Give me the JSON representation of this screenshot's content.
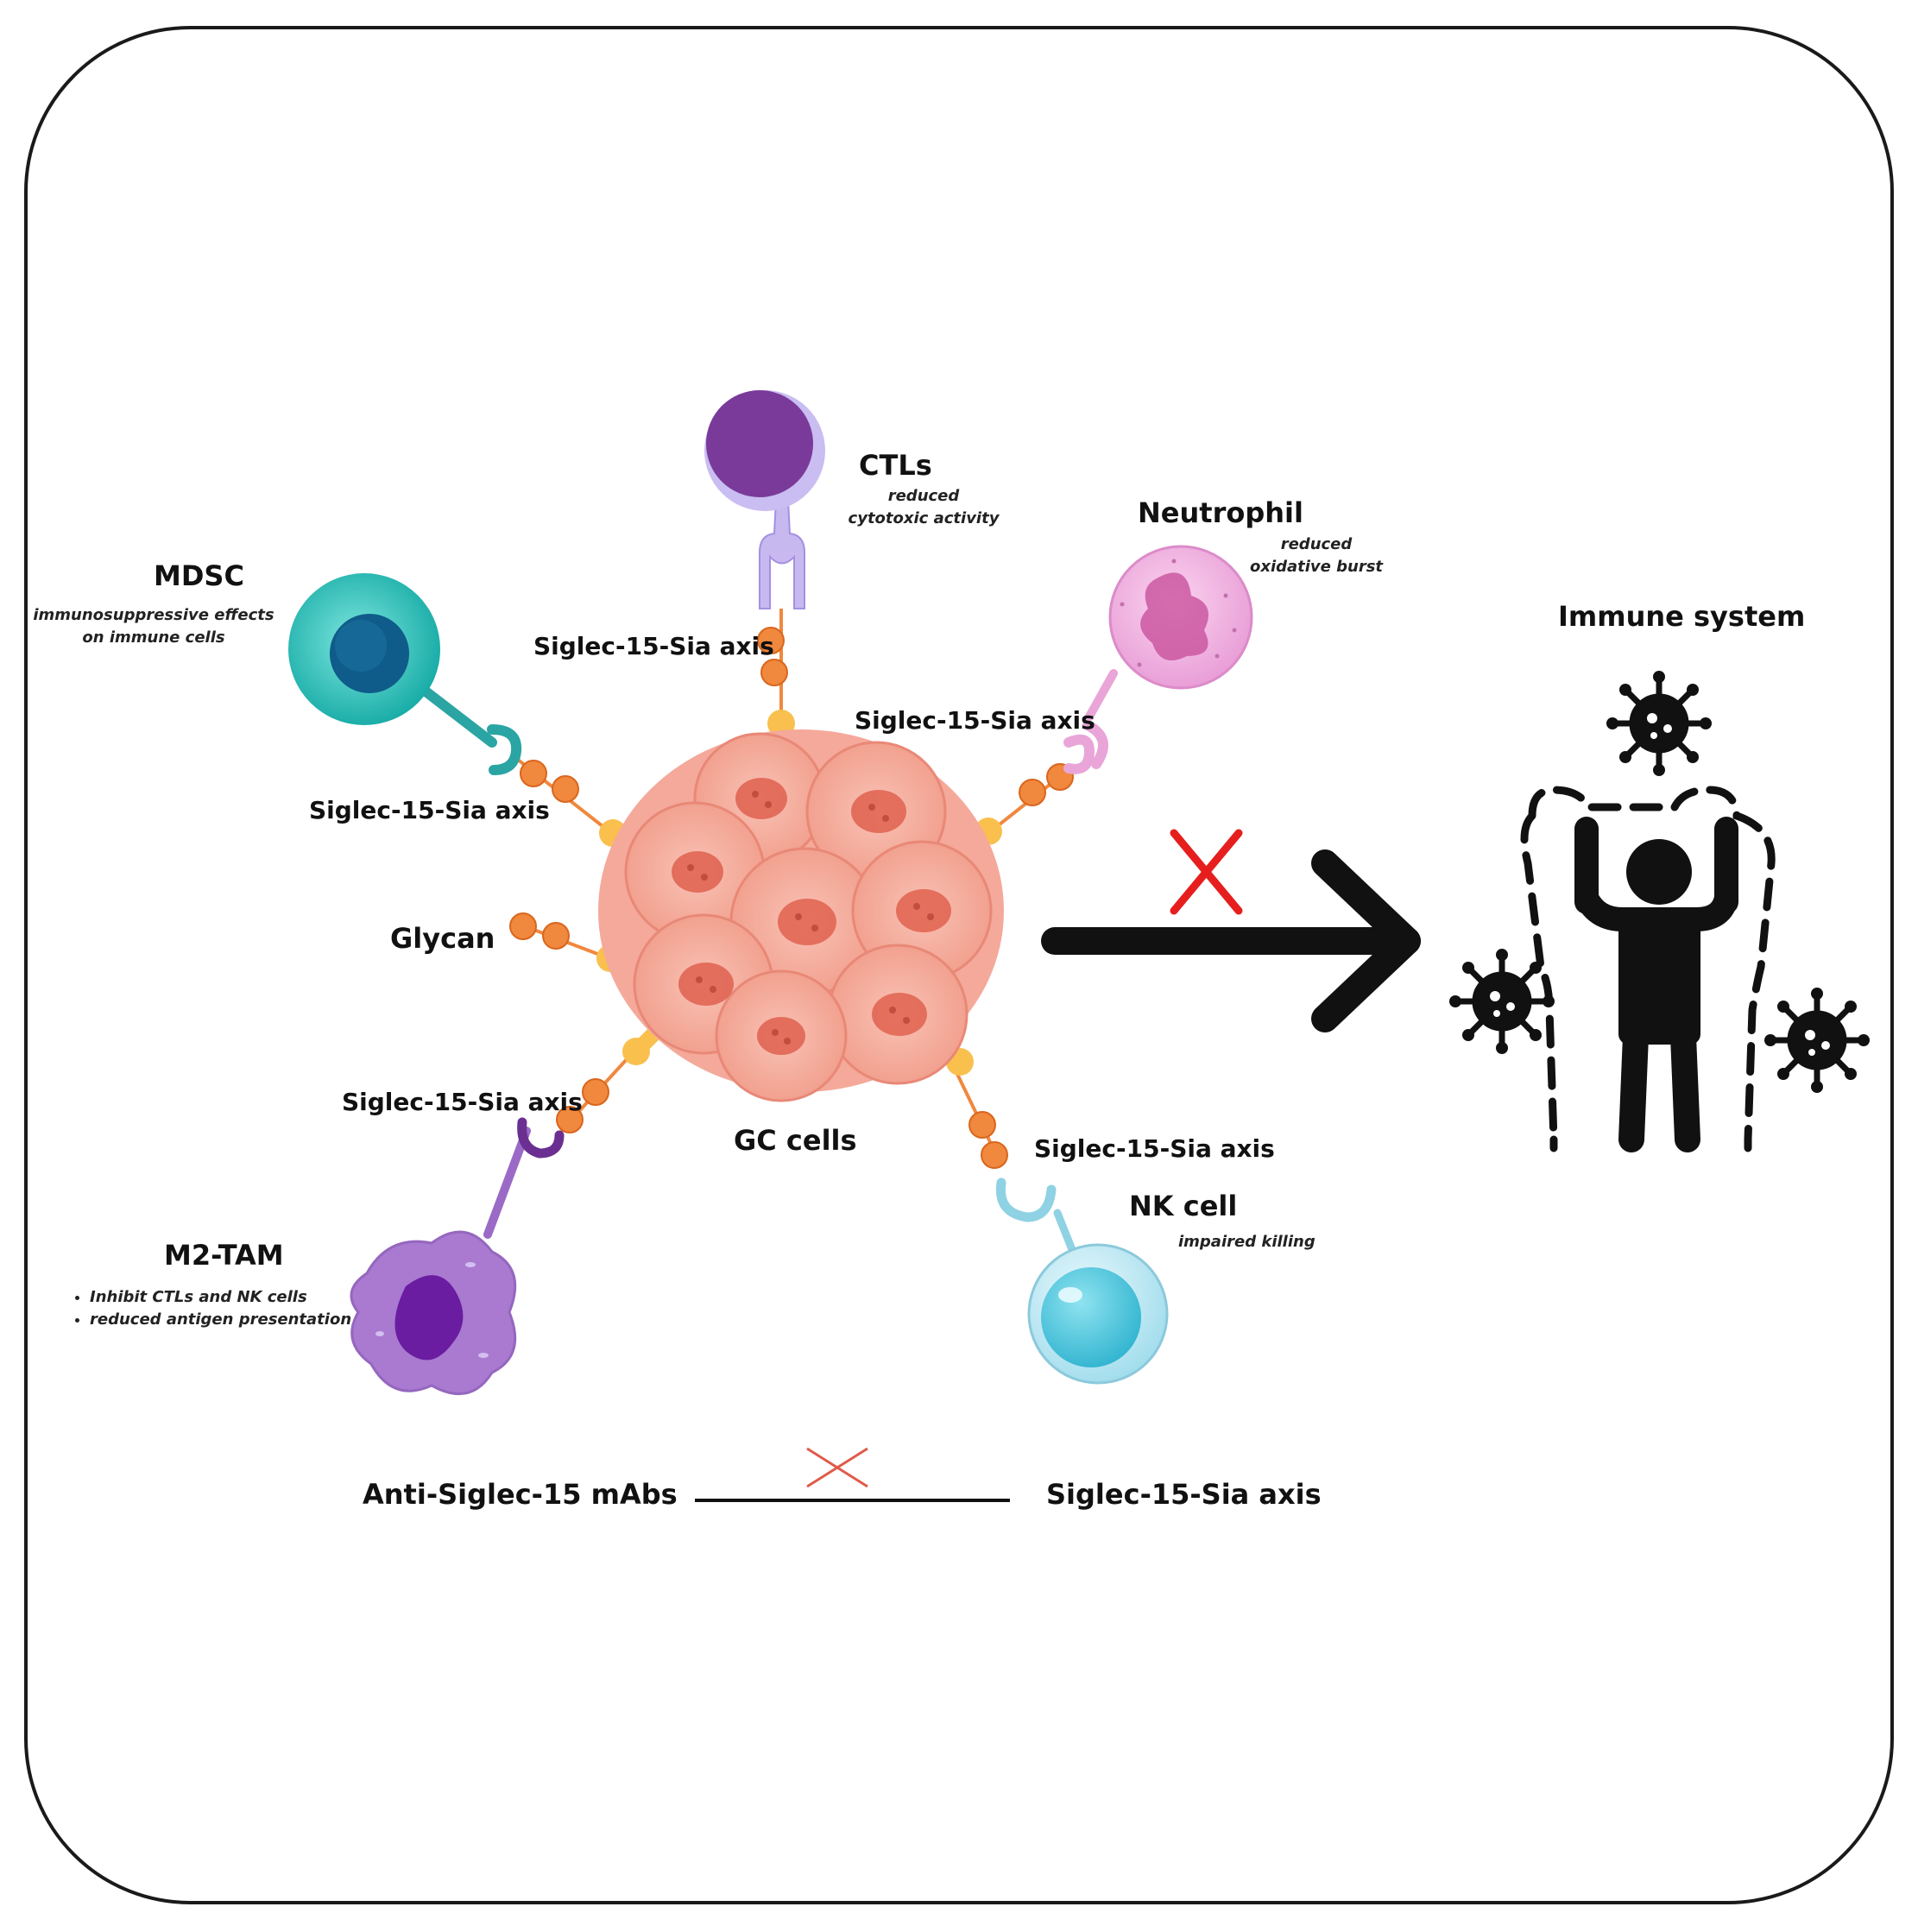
{
  "cells": {
    "ctls": {
      "name": "CTLs",
      "effect_line1": "reduced",
      "effect_line2": "cytotoxic activity"
    },
    "neutrophil": {
      "name": "Neutrophil",
      "effect_line1": "reduced",
      "effect_line2": "oxidative burst"
    },
    "mdsc": {
      "name": "MDSC",
      "effect_line1": "immunosuppressive effects",
      "effect_line2": "on immune cells"
    },
    "nk": {
      "name": "NK cell",
      "effect": "impaired killing"
    },
    "m2tam": {
      "name": "M2-TAM",
      "effects": [
        "Inhibit CTLs and NK cells",
        "reduced antigen presentation"
      ]
    },
    "gc": {
      "name": "GC cells"
    }
  },
  "axis_labels": {
    "top": "Siglec-15-Sia axis",
    "top_right": "Siglec-15-Sia axis",
    "left": "Siglec-15-Sia axis",
    "bottom_left": "Siglec-15-Sia axis",
    "bottom_right": "Siglec-15-Sia axis"
  },
  "glycan_label": "Glycan",
  "immune_system_label": "Immune system",
  "legend": {
    "left": "Anti-Siglec-15 mAbs",
    "right": "Siglec-15-Sia axis"
  },
  "colors": {
    "tumor": "#f4a99a",
    "tumor_core": "#e0614f",
    "glycan": "#f0883e",
    "receptor_stem": "#f9c04e",
    "ctl": "#7a3a9a",
    "mdsc": "#1fb5b0",
    "neutrophil": "#e9a5d8",
    "nk": "#7fd3e6",
    "m2tam": "#a97ad0",
    "cross": "#e61e1e"
  },
  "icons": [
    "virus-icon",
    "person-icon",
    "cross-icon",
    "arrow-icon"
  ]
}
